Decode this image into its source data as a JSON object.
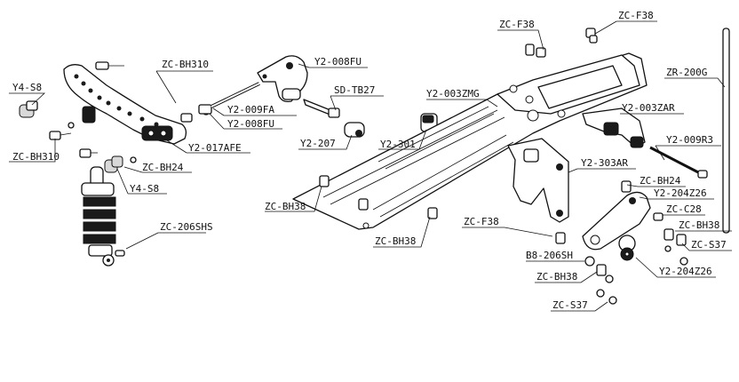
{
  "labels": {
    "zc_bh310_top": "ZC-BH310",
    "y4_s8_top": "Y4-S8",
    "zc_bh310_left": "ZC-BH310",
    "zc_bh24_left": "ZC-BH24",
    "y4_s8_mid": "Y4-S8",
    "zc_206shs": "ZC-206SHS",
    "y2_017afe": "Y2-017AFE",
    "y2_009fa": "Y2-009FA",
    "y2_008fu_bottom": "Y2-008FU",
    "y2_008fu_top": "Y2-008FU",
    "sd_tb27": "SD-TB27",
    "y2_207": "Y2-207",
    "y2_301": "Y2-301",
    "y2_003zmg": "Y2-003ZMG",
    "zc_f38_top_left": "ZC-F38",
    "zc_f38_top_right": "ZC-F38",
    "zr_200g": "ZR-200G",
    "y2_003zar": "Y2-003ZAR",
    "y2_009r3": "Y2-009R3",
    "y2_303ar": "Y2-303AR",
    "zc_bh24_right": "ZC-BH24",
    "y2_204z26_upper": "Y2-204Z26",
    "zc_c28": "ZC-C28",
    "zc_bh38_right": "ZC-BH38",
    "zc_s37_right": "ZC-S37",
    "y2_204z26_lower": "Y2-204Z26",
    "zc_bh38_left": "ZC-BH38",
    "zc_bh38_center": "ZC-BH38",
    "zc_f38_mid": "ZC-F38",
    "b8_206sh": "B8-206SH",
    "zc_bh38_bottom": "ZC-BH38",
    "zc_s37_bottom": "ZC-S37"
  }
}
